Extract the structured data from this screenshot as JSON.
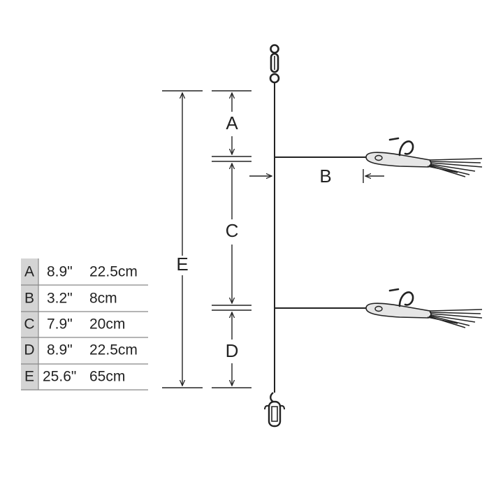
{
  "dimensions": [
    {
      "key": "A",
      "inch": "8.9\"",
      "cm": "22.5cm"
    },
    {
      "key": "B",
      "inch": "3.2\"",
      "cm": "8cm"
    },
    {
      "key": "C",
      "inch": "7.9\"",
      "cm": "20cm"
    },
    {
      "key": "D",
      "inch": "8.9\"",
      "cm": "22.5cm"
    },
    {
      "key": "E",
      "inch": "25.6\"",
      "cm": "65cm"
    }
  ],
  "colors": {
    "line": "#222222",
    "table_key_bg": "#d4d4d4",
    "lure_fill": "#e6e6e6",
    "table_rule": "#888888"
  },
  "icons": [
    "swivel-icon",
    "snap-icon",
    "hook-icon",
    "lure-icon"
  ]
}
